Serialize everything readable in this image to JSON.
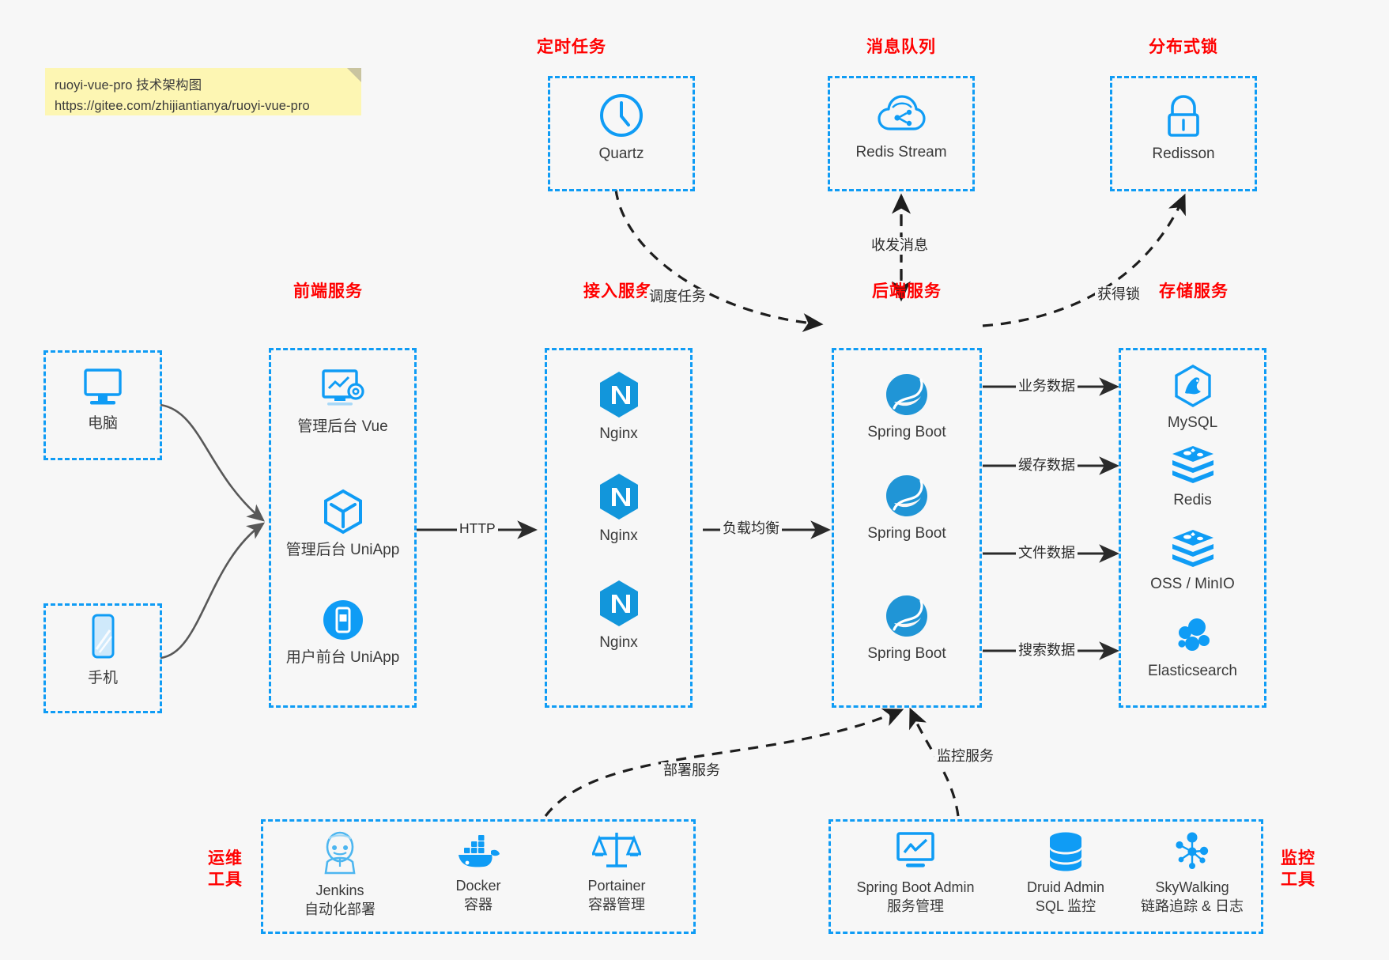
{
  "note": {
    "line1": "ruoyi-vue-pro 技术架构图",
    "line2": "https://gitee.com/zhijiantianya/ruoyi-vue-pro"
  },
  "colors": {
    "accent_blue": "#0f9cf5",
    "icon_blue": "#0f9cf5",
    "title_red": "#ff0000",
    "edge_gray": "#585858",
    "background": "#f7f7f7",
    "note_yellow": "#fdf6b3",
    "spring_green": "#2095d6"
  },
  "groups": {
    "scheduler": {
      "title": "定时任务",
      "nodes": [
        {
          "label": "Quartz",
          "icon": "clock-icon"
        }
      ]
    },
    "mq": {
      "title": "消息队列",
      "nodes": [
        {
          "label": "Redis Stream",
          "icon": "cloud-stream-icon"
        }
      ]
    },
    "lock": {
      "title": "分布式锁",
      "nodes": [
        {
          "label": "Redisson",
          "icon": "lock-icon"
        }
      ]
    },
    "clients": {
      "nodes": [
        {
          "label": "电脑",
          "icon": "desktop-icon"
        },
        {
          "label": "手机",
          "icon": "mobile-icon"
        }
      ]
    },
    "frontend": {
      "title": "前端服务",
      "nodes": [
        {
          "label": "管理后台 Vue",
          "icon": "dashboard-icon"
        },
        {
          "label": "管理后台 UniApp",
          "icon": "cube-icon"
        },
        {
          "label": "用户前台 UniApp",
          "icon": "app-icon"
        }
      ]
    },
    "gateway": {
      "title": "接入服务",
      "nodes": [
        {
          "label": "Nginx",
          "icon": "nginx-icon"
        },
        {
          "label": "Nginx",
          "icon": "nginx-icon"
        },
        {
          "label": "Nginx",
          "icon": "nginx-icon"
        }
      ]
    },
    "backend": {
      "title": "后端服务",
      "nodes": [
        {
          "label": "Spring Boot",
          "icon": "spring-icon"
        },
        {
          "label": "Spring Boot",
          "icon": "spring-icon"
        },
        {
          "label": "Spring Boot",
          "icon": "spring-icon"
        }
      ]
    },
    "storage": {
      "title": "存储服务",
      "nodes": [
        {
          "label": "MySQL",
          "icon": "mysql-icon"
        },
        {
          "label": "Redis",
          "icon": "redis-icon"
        },
        {
          "label": "OSS / MinIO",
          "icon": "redis-icon"
        },
        {
          "label": "Elasticsearch",
          "icon": "elasticsearch-icon"
        }
      ]
    },
    "devops": {
      "title_line1": "运维",
      "title_line2": "工具",
      "nodes": [
        {
          "label": "Jenkins",
          "sub": "自动化部署",
          "icon": "jenkins-icon"
        },
        {
          "label": "Docker",
          "sub": "容器",
          "icon": "docker-icon"
        },
        {
          "label": "Portainer",
          "sub": "容器管理",
          "icon": "scales-icon"
        }
      ]
    },
    "monitor": {
      "title_line1": "监控",
      "title_line2": "工具",
      "nodes": [
        {
          "label": "Spring Boot Admin",
          "sub": "服务管理",
          "icon": "monitor-chart-icon"
        },
        {
          "label": "Druid Admin",
          "sub": "SQL 监控",
          "icon": "database-icon"
        },
        {
          "label": "SkyWalking",
          "sub": "链路追踪 & 日志",
          "icon": "skywalking-icon"
        }
      ]
    }
  },
  "edges": [
    {
      "name": "http",
      "label": "HTTP"
    },
    {
      "name": "load-balance",
      "label": "负载均衡"
    },
    {
      "name": "schedule-task",
      "label": "调度任务"
    },
    {
      "name": "send-receive-message",
      "label": "收发消息"
    },
    {
      "name": "acquire-lock",
      "label": "获得锁"
    },
    {
      "name": "business-data",
      "label": "业务数据"
    },
    {
      "name": "cache-data",
      "label": "缓存数据"
    },
    {
      "name": "file-data",
      "label": "文件数据"
    },
    {
      "name": "search-data",
      "label": "搜索数据"
    },
    {
      "name": "deploy-service",
      "label": "部署服务"
    },
    {
      "name": "monitor-service",
      "label": "监控服务"
    }
  ]
}
